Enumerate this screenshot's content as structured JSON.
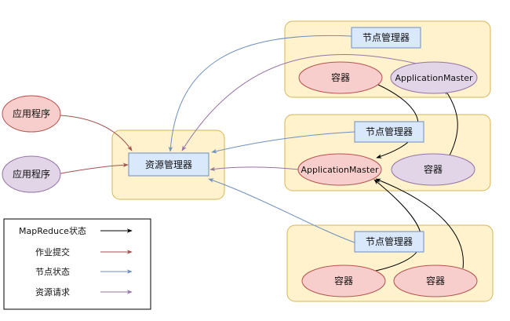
{
  "diagram": {
    "app_left_top": "应用程序",
    "app_left_bottom": "应用程序",
    "resource_manager": "资源管理器",
    "node1": {
      "node_manager": "节点管理器",
      "container": "容器",
      "app_master": "ApplicationMaster"
    },
    "node2": {
      "node_manager": "节点管理器",
      "app_master": "ApplicationMaster",
      "container": "容器"
    },
    "node3": {
      "node_manager": "节点管理器",
      "container_left": "容器",
      "container_right": "容器"
    }
  },
  "legend": {
    "items": [
      {
        "label": "MapReduce状态",
        "color": "#000000"
      },
      {
        "label": "作业提交",
        "color": "#a0524f"
      },
      {
        "label": "节点状态",
        "color": "#6c8ebf"
      },
      {
        "label": "资源请求",
        "color": "#9673a6"
      }
    ]
  },
  "colors": {
    "group_fill": "#fff2cc",
    "group_stroke": "#d6b656",
    "box_fill": "#dae8fc",
    "box_stroke": "#6c8ebf",
    "red_fill": "#f8cecc",
    "red_stroke": "#b85450",
    "purple_fill": "#e1d5e7",
    "purple_stroke": "#9673a6"
  }
}
